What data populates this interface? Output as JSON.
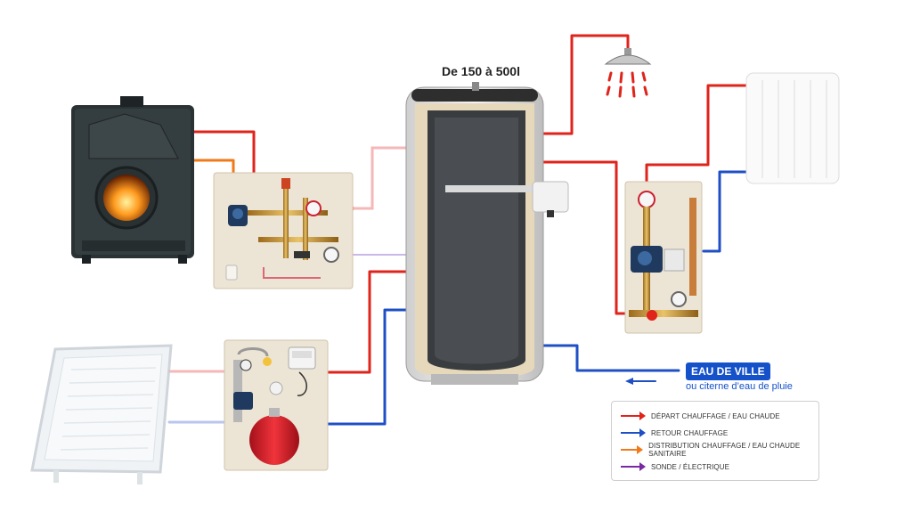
{
  "tank": {
    "capacity_label": "De 150 à 500l"
  },
  "inlet": {
    "title": "EAU DE VILLE",
    "subtitle": "ou citerne d’eau de pluie"
  },
  "legend": {
    "items": [
      {
        "label": "DÉPART CHAUFFAGE / EAU CHAUDE",
        "color": "#e0231b"
      },
      {
        "label": "RETOUR CHAUFFAGE",
        "color": "#1f4fc4"
      },
      {
        "label": "DISTRIBUTION CHAUFFAGE / EAU CHAUDE SANITAIRE",
        "color": "#f07a1a"
      },
      {
        "label": "SONDE / ÉLECTRIQUE",
        "color": "#7a2aa0"
      }
    ]
  },
  "colors": {
    "hot": "#e0231b",
    "cold": "#1f4fc4",
    "distribution": "#f07a1a",
    "sensor": "#7a2aa0",
    "accent": "#1552c9"
  }
}
